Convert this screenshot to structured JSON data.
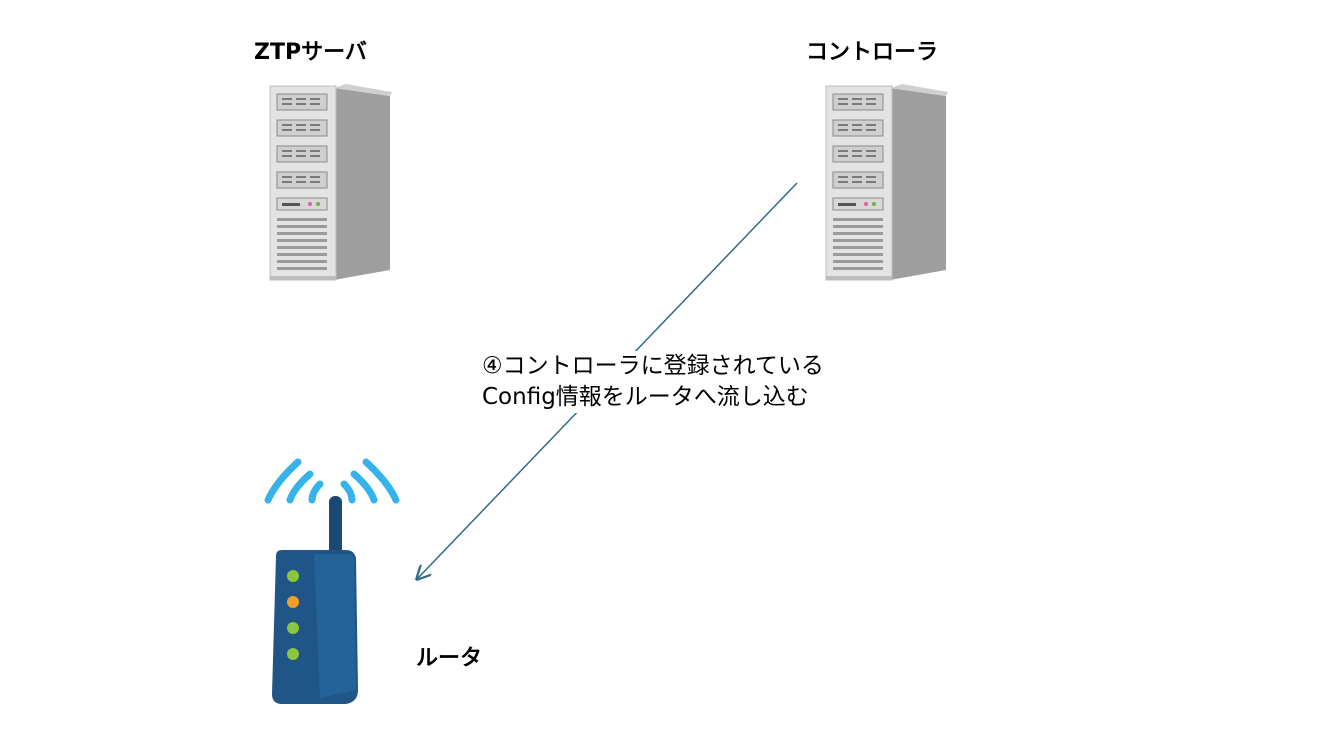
{
  "nodes": {
    "ztp_server": {
      "label": "ZTPサーバ",
      "icon": "server-tower-icon"
    },
    "controller": {
      "label": "コントローラ",
      "icon": "server-tower-icon"
    },
    "router": {
      "label": "ルータ",
      "icon": "wireless-router-icon"
    }
  },
  "edge": {
    "from": "controller",
    "to": "router",
    "label_line1": "④コントローラに登録されている",
    "label_line2": "Config情報をルータへ流し込む",
    "color": "#2f6a86"
  },
  "colors": {
    "server_body": "#e3e3e3",
    "server_side": "#9e9e9e",
    "router_body": "#1f5687",
    "router_antenna": "#1a4a74",
    "signal_waves": "#35b3ea",
    "led_green": "#8cc63f",
    "led_orange": "#f39c2d"
  }
}
